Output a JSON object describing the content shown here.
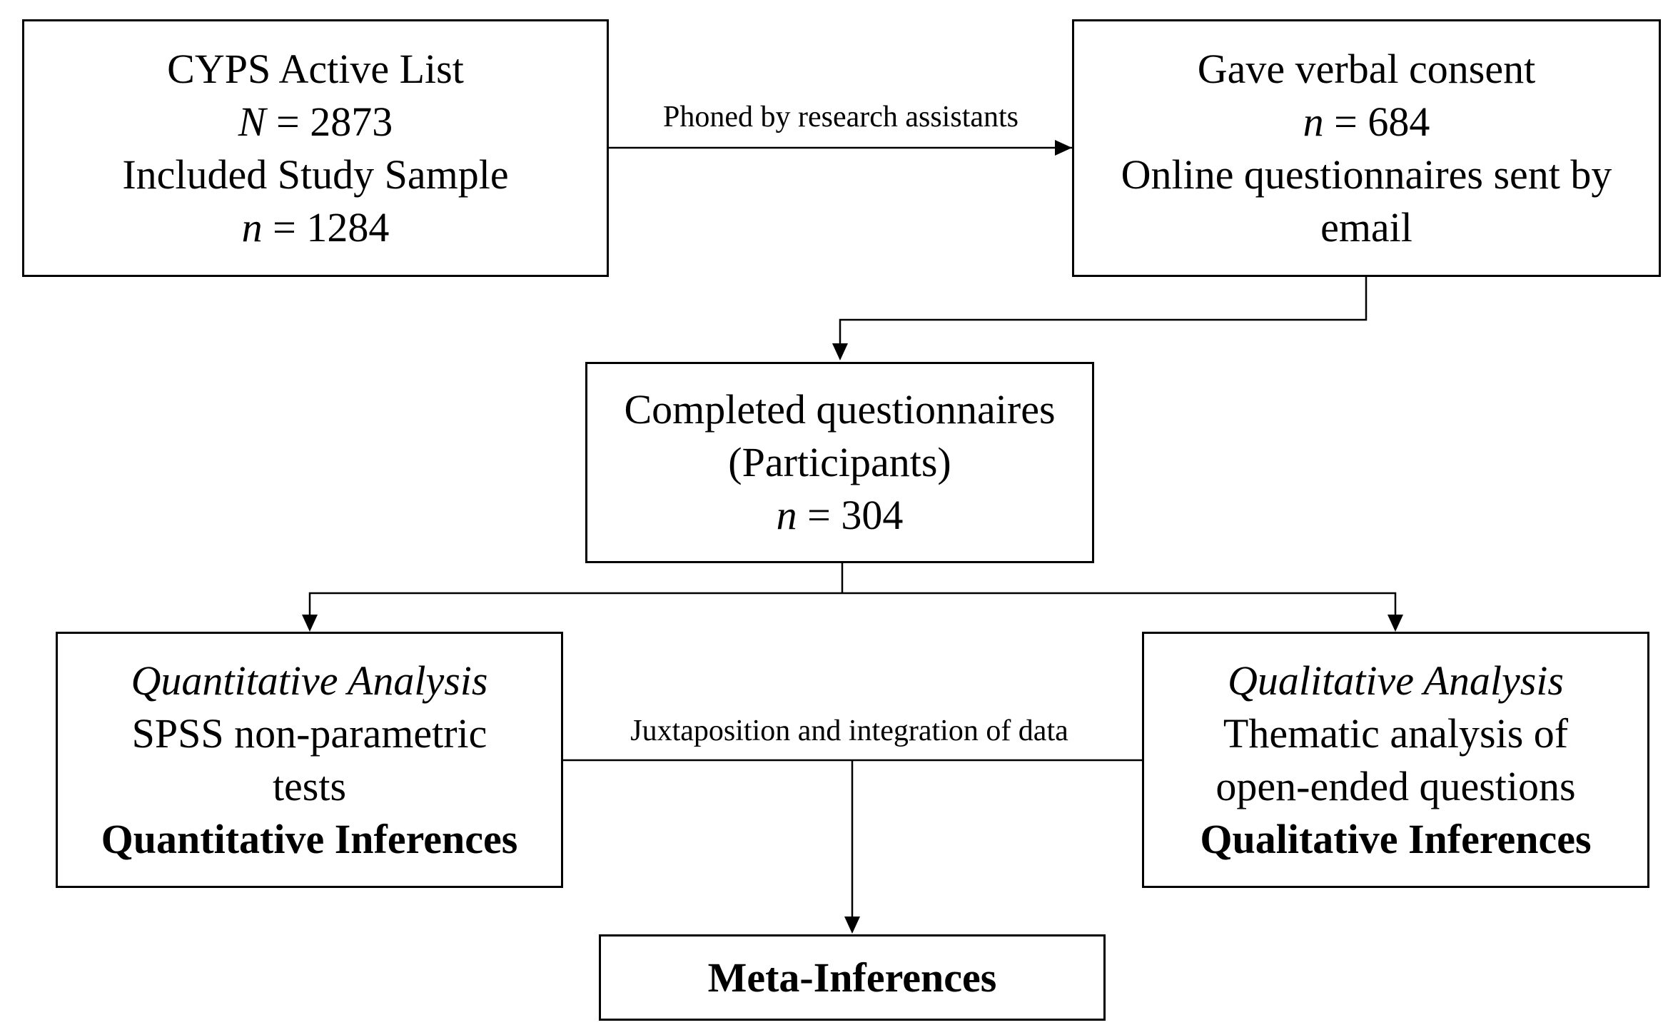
{
  "boxes": {
    "cyps": {
      "title": "CYPS Active List",
      "n_total_symbol": "N",
      "n_total_value": "= 2873",
      "sample_label": "Included Study Sample",
      "n_sample_symbol": "n",
      "n_sample_value": "= 1284"
    },
    "consent": {
      "title": "Gave verbal consent",
      "n_symbol": "n",
      "n_value": "= 684",
      "line3": "Online questionnaires sent by",
      "line4": "email"
    },
    "completed": {
      "line1": "Completed questionnaires",
      "line2": "(Participants)",
      "n_symbol": "n",
      "n_value": "= 304"
    },
    "quantitative": {
      "heading": "Quantitative Analysis",
      "line2": "SPSS non-parametric",
      "line3": "tests",
      "inference": "Quantitative Inferences"
    },
    "qualitative": {
      "heading": "Qualitative Analysis",
      "line2": "Thematic analysis of",
      "line3": "open-ended questions",
      "inference": "Qualitative Inferences"
    },
    "meta": {
      "label": "Meta-Inferences"
    }
  },
  "edges": {
    "phoned": "Phoned by research assistants",
    "juxtaposition": "Juxtaposition and integration of data"
  }
}
